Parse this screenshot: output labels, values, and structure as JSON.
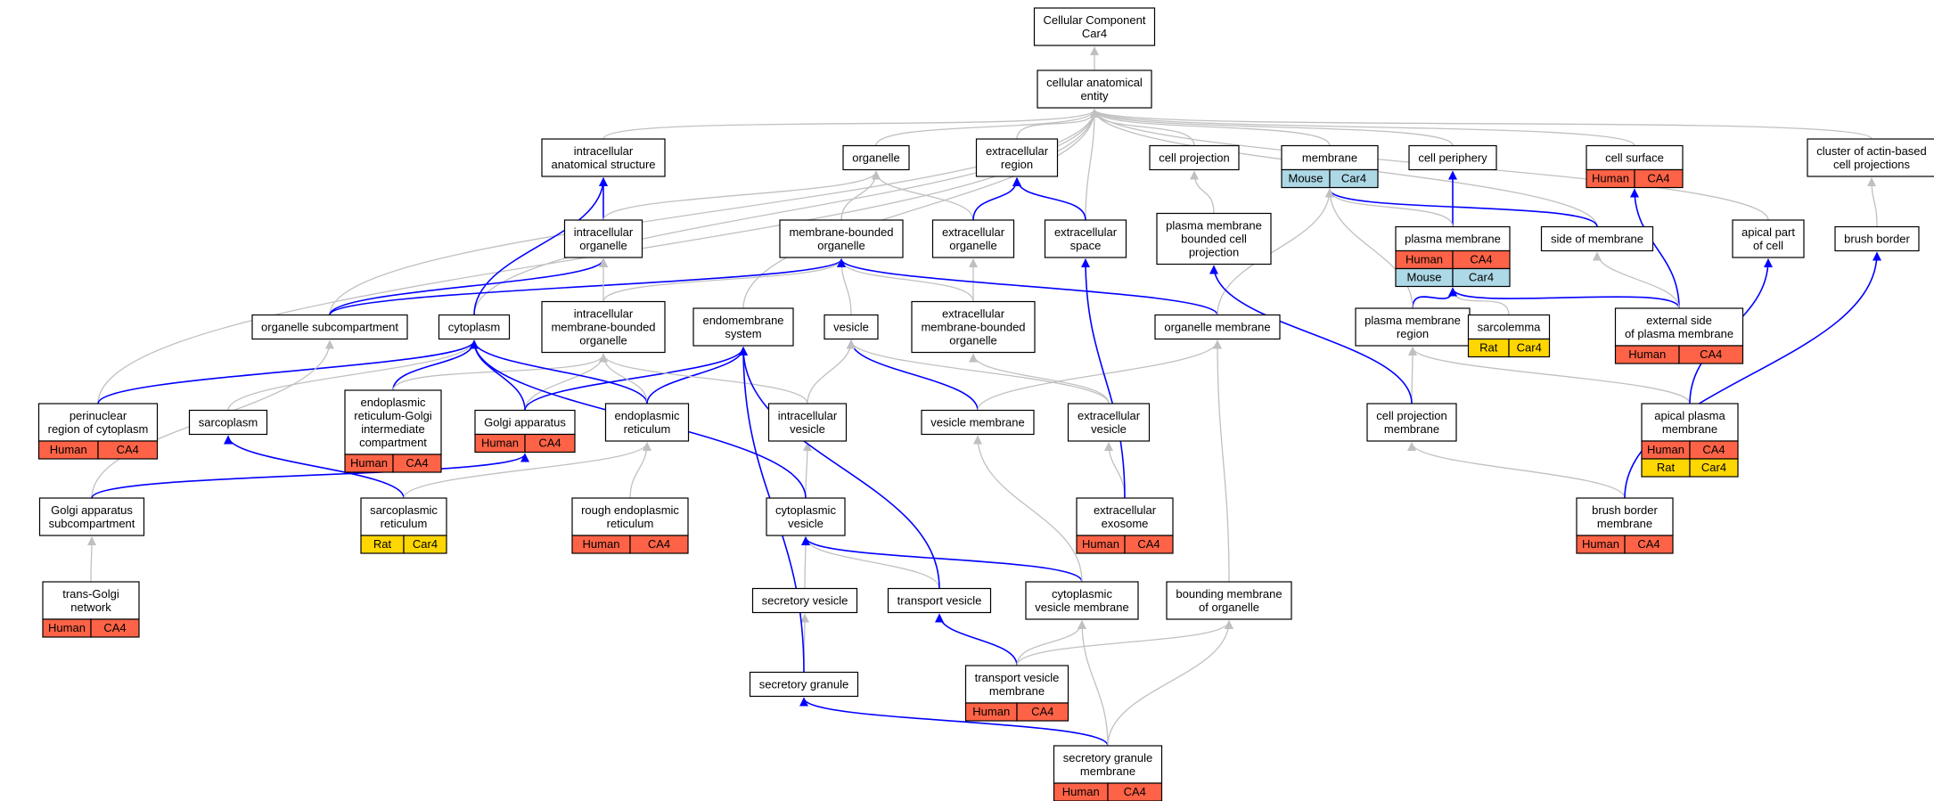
{
  "colors": {
    "gray_edge": "#c0c0c0",
    "blue_edge": "#0000ff",
    "human": "#ff6347",
    "rat": "#ffd700",
    "mouse": "#add8e6",
    "node_fill": "#ffffff",
    "node_stroke": "#000000"
  },
  "nodes": [
    {
      "id": "root",
      "lines": [
        "Cellular Component",
        "Car4"
      ]
    },
    {
      "id": "cae",
      "lines": [
        "cellular anatomical",
        "entity"
      ]
    },
    {
      "id": "ias",
      "lines": [
        "intracellular",
        "anatomical structure"
      ]
    },
    {
      "id": "organelle",
      "lines": [
        "organelle"
      ]
    },
    {
      "id": "ecr",
      "lines": [
        "extracellular",
        "region"
      ]
    },
    {
      "id": "cellproj",
      "lines": [
        "cell projection"
      ]
    },
    {
      "id": "membrane",
      "lines": [
        "membrane"
      ],
      "annot": [
        {
          "label": "Mouse",
          "species": "mouse"
        },
        {
          "label": "Car4",
          "species": "mouse"
        }
      ]
    },
    {
      "id": "cellperiph",
      "lines": [
        "cell periphery"
      ]
    },
    {
      "id": "cellsurf",
      "lines": [
        "cell surface"
      ],
      "annot": [
        {
          "label": "Human",
          "species": "human"
        },
        {
          "label": "CA4",
          "species": "human"
        }
      ]
    },
    {
      "id": "cluster",
      "lines": [
        "cluster of actin-based",
        "cell projections"
      ]
    },
    {
      "id": "intraorg",
      "lines": [
        "intracellular",
        "organelle"
      ]
    },
    {
      "id": "mbo",
      "lines": [
        "membrane-bounded",
        "organelle"
      ]
    },
    {
      "id": "ecorg",
      "lines": [
        "extracellular",
        "organelle"
      ]
    },
    {
      "id": "ecspace",
      "lines": [
        "extracellular",
        "space"
      ]
    },
    {
      "id": "pmbcp",
      "lines": [
        "plasma membrane",
        "bounded cell",
        "projection"
      ]
    },
    {
      "id": "pm",
      "lines": [
        "plasma membrane"
      ],
      "annot": [
        {
          "label": "Human",
          "species": "human"
        },
        {
          "label": "CA4",
          "species": "human"
        }
      ],
      "annot2": [
        {
          "label": "Mouse",
          "species": "mouse"
        },
        {
          "label": "Car4",
          "species": "mouse"
        }
      ]
    },
    {
      "id": "sidemem",
      "lines": [
        "side of membrane"
      ]
    },
    {
      "id": "apicalpart",
      "lines": [
        "apical part",
        "of cell"
      ]
    },
    {
      "id": "brushborder",
      "lines": [
        "brush border"
      ]
    },
    {
      "id": "orgsub",
      "lines": [
        "organelle subcompartment"
      ]
    },
    {
      "id": "cytoplasm",
      "lines": [
        "cytoplasm"
      ]
    },
    {
      "id": "imbo",
      "lines": [
        "intracellular",
        "membrane-bounded",
        "organelle"
      ]
    },
    {
      "id": "endosys",
      "lines": [
        "endomembrane",
        "system"
      ]
    },
    {
      "id": "vesicle",
      "lines": [
        "vesicle"
      ]
    },
    {
      "id": "embo",
      "lines": [
        "extracellular",
        "membrane-bounded",
        "organelle"
      ]
    },
    {
      "id": "orgmem",
      "lines": [
        "organelle membrane"
      ]
    },
    {
      "id": "pmr",
      "lines": [
        "plasma membrane",
        "region"
      ]
    },
    {
      "id": "sarcolemma",
      "lines": [
        "sarcolemma"
      ],
      "annot": [
        {
          "label": "Rat",
          "species": "rat"
        },
        {
          "label": "Car4",
          "species": "rat"
        }
      ]
    },
    {
      "id": "extside",
      "lines": [
        "external side",
        "of plasma membrane"
      ],
      "annot": [
        {
          "label": "Human",
          "species": "human"
        },
        {
          "label": "CA4",
          "species": "human"
        }
      ]
    },
    {
      "id": "perinuc",
      "lines": [
        "perinuclear",
        "region of cytoplasm"
      ],
      "annot": [
        {
          "label": "Human",
          "species": "human"
        },
        {
          "label": "CA4",
          "species": "human"
        }
      ]
    },
    {
      "id": "sarcoplasm",
      "lines": [
        "sarcoplasm"
      ]
    },
    {
      "id": "ergic",
      "lines": [
        "endoplasmic",
        "reticulum-Golgi",
        "intermediate",
        "compartment"
      ],
      "annot": [
        {
          "label": "Human",
          "species": "human"
        },
        {
          "label": "CA4",
          "species": "human"
        }
      ]
    },
    {
      "id": "golgi",
      "lines": [
        "Golgi apparatus"
      ],
      "annot": [
        {
          "label": "Human",
          "species": "human"
        },
        {
          "label": "CA4",
          "species": "human"
        }
      ]
    },
    {
      "id": "er",
      "lines": [
        "endoplasmic",
        "reticulum"
      ]
    },
    {
      "id": "intravesicle",
      "lines": [
        "intracellular",
        "vesicle"
      ]
    },
    {
      "id": "vesmem",
      "lines": [
        "vesicle membrane"
      ]
    },
    {
      "id": "ecvesicle",
      "lines": [
        "extracellular",
        "vesicle"
      ]
    },
    {
      "id": "cpmem",
      "lines": [
        "cell projection",
        "membrane"
      ]
    },
    {
      "id": "apicalpm",
      "lines": [
        "apical plasma",
        "membrane"
      ],
      "annot": [
        {
          "label": "Human",
          "species": "human"
        },
        {
          "label": "CA4",
          "species": "human"
        }
      ],
      "annot2": [
        {
          "label": "Rat",
          "species": "rat"
        },
        {
          "label": "Car4",
          "species": "rat"
        }
      ]
    },
    {
      "id": "golgisub",
      "lines": [
        "Golgi apparatus",
        "subcompartment"
      ]
    },
    {
      "id": "sr",
      "lines": [
        "sarcoplasmic",
        "reticulum"
      ],
      "annot": [
        {
          "label": "Rat",
          "species": "rat"
        },
        {
          "label": "Car4",
          "species": "rat"
        }
      ]
    },
    {
      "id": "rer",
      "lines": [
        "rough endoplasmic",
        "reticulum"
      ],
      "annot": [
        {
          "label": "Human",
          "species": "human"
        },
        {
          "label": "CA4",
          "species": "human"
        }
      ]
    },
    {
      "id": "cytovesicle",
      "lines": [
        "cytoplasmic",
        "vesicle"
      ]
    },
    {
      "id": "exosome",
      "lines": [
        "extracellular",
        "exosome"
      ],
      "annot": [
        {
          "label": "Human",
          "species": "human"
        },
        {
          "label": "CA4",
          "species": "human"
        }
      ]
    },
    {
      "id": "bbmem",
      "lines": [
        "brush border",
        "membrane"
      ],
      "annot": [
        {
          "label": "Human",
          "species": "human"
        },
        {
          "label": "CA4",
          "species": "human"
        }
      ]
    },
    {
      "id": "transgolgi",
      "lines": [
        "trans-Golgi",
        "network"
      ],
      "annot": [
        {
          "label": "Human",
          "species": "human"
        },
        {
          "label": "CA4",
          "species": "human"
        }
      ]
    },
    {
      "id": "secves",
      "lines": [
        "secretory vesicle"
      ]
    },
    {
      "id": "transves",
      "lines": [
        "transport vesicle"
      ]
    },
    {
      "id": "cytovesmem",
      "lines": [
        "cytoplasmic",
        "vesicle membrane"
      ]
    },
    {
      "id": "boundmem",
      "lines": [
        "bounding membrane",
        "of organelle"
      ]
    },
    {
      "id": "secgran",
      "lines": [
        "secretory granule"
      ]
    },
    {
      "id": "tvmem",
      "lines": [
        "transport vesicle",
        "membrane"
      ],
      "annot": [
        {
          "label": "Human",
          "species": "human"
        },
        {
          "label": "CA4",
          "species": "human"
        }
      ]
    },
    {
      "id": "sgmem",
      "lines": [
        "secretory granule",
        "membrane"
      ],
      "annot": [
        {
          "label": "Human",
          "species": "human"
        },
        {
          "label": "CA4",
          "species": "human"
        }
      ]
    }
  ],
  "edges": [
    {
      "from": "cae",
      "to": "root",
      "kind": "gray"
    },
    {
      "from": "ias",
      "to": "cae",
      "kind": "gray"
    },
    {
      "from": "organelle",
      "to": "cae",
      "kind": "gray"
    },
    {
      "from": "ecr",
      "to": "cae",
      "kind": "gray"
    },
    {
      "from": "cellproj",
      "to": "cae",
      "kind": "gray"
    },
    {
      "from": "membrane",
      "to": "cae",
      "kind": "gray"
    },
    {
      "from": "cellperiph",
      "to": "cae",
      "kind": "gray"
    },
    {
      "from": "cellsurf",
      "to": "cae",
      "kind": "gray"
    },
    {
      "from": "cluster",
      "to": "cae",
      "kind": "gray"
    },
    {
      "from": "ecspace",
      "to": "cae",
      "kind": "gray"
    },
    {
      "from": "sidemem",
      "to": "cae",
      "kind": "gray"
    },
    {
      "from": "apicalpart",
      "to": "cae",
      "kind": "gray"
    },
    {
      "from": "orgsub",
      "to": "cae",
      "kind": "gray"
    },
    {
      "from": "cytoplasm",
      "to": "cae",
      "kind": "gray"
    },
    {
      "from": "endosys",
      "to": "cae",
      "kind": "gray"
    },
    {
      "from": "perinuc",
      "to": "cae",
      "kind": "gray"
    },
    {
      "from": "intraorg",
      "to": "ias",
      "kind": "blue"
    },
    {
      "from": "intraorg",
      "to": "organelle",
      "kind": "gray"
    },
    {
      "from": "mbo",
      "to": "organelle",
      "kind": "gray"
    },
    {
      "from": "ecorg",
      "to": "organelle",
      "kind": "gray"
    },
    {
      "from": "ecorg",
      "to": "ecr",
      "kind": "blue"
    },
    {
      "from": "ecspace",
      "to": "ecr",
      "kind": "blue"
    },
    {
      "from": "pmbcp",
      "to": "cellproj",
      "kind": "gray"
    },
    {
      "from": "pm",
      "to": "cellperiph",
      "kind": "blue"
    },
    {
      "from": "pm",
      "to": "membrane",
      "kind": "gray"
    },
    {
      "from": "sidemem",
      "to": "membrane",
      "kind": "blue"
    },
    {
      "from": "extside",
      "to": "cellsurf",
      "kind": "blue"
    },
    {
      "from": "brushborder",
      "to": "cluster",
      "kind": "gray"
    },
    {
      "from": "orgsub",
      "to": "intraorg",
      "kind": "blue"
    },
    {
      "from": "orgsub",
      "to": "mbo",
      "kind": "blue"
    },
    {
      "from": "cytoplasm",
      "to": "ias",
      "kind": "blue"
    },
    {
      "from": "imbo",
      "to": "intraorg",
      "kind": "gray"
    },
    {
      "from": "imbo",
      "to": "mbo",
      "kind": "gray"
    },
    {
      "from": "vesicle",
      "to": "mbo",
      "kind": "gray"
    },
    {
      "from": "embo",
      "to": "mbo",
      "kind": "gray"
    },
    {
      "from": "embo",
      "to": "ecorg",
      "kind": "gray"
    },
    {
      "from": "orgmem",
      "to": "mbo",
      "kind": "blue"
    },
    {
      "from": "orgmem",
      "to": "membrane",
      "kind": "gray"
    },
    {
      "from": "pmr",
      "to": "pm",
      "kind": "blue"
    },
    {
      "from": "pmr",
      "to": "membrane",
      "kind": "gray"
    },
    {
      "from": "sarcolemma",
      "to": "pm",
      "kind": "gray"
    },
    {
      "from": "extside",
      "to": "pm",
      "kind": "blue"
    },
    {
      "from": "extside",
      "to": "sidemem",
      "kind": "gray"
    },
    {
      "from": "perinuc",
      "to": "cytoplasm",
      "kind": "blue"
    },
    {
      "from": "sarcoplasm",
      "to": "cytoplasm",
      "kind": "gray"
    },
    {
      "from": "ergic",
      "to": "cytoplasm",
      "kind": "blue"
    },
    {
      "from": "ergic",
      "to": "imbo",
      "kind": "gray"
    },
    {
      "from": "golgi",
      "to": "cytoplasm",
      "kind": "blue"
    },
    {
      "from": "golgi",
      "to": "imbo",
      "kind": "gray"
    },
    {
      "from": "golgi",
      "to": "endosys",
      "kind": "blue"
    },
    {
      "from": "er",
      "to": "cytoplasm",
      "kind": "blue"
    },
    {
      "from": "er",
      "to": "imbo",
      "kind": "gray"
    },
    {
      "from": "er",
      "to": "endosys",
      "kind": "blue"
    },
    {
      "from": "intravesicle",
      "to": "vesicle",
      "kind": "gray"
    },
    {
      "from": "intravesicle",
      "to": "imbo",
      "kind": "gray"
    },
    {
      "from": "vesmem",
      "to": "vesicle",
      "kind": "blue"
    },
    {
      "from": "vesmem",
      "to": "orgmem",
      "kind": "gray"
    },
    {
      "from": "ecvesicle",
      "to": "vesicle",
      "kind": "gray"
    },
    {
      "from": "ecvesicle",
      "to": "embo",
      "kind": "gray"
    },
    {
      "from": "cpmem",
      "to": "pmr",
      "kind": "gray"
    },
    {
      "from": "cpmem",
      "to": "pmbcp",
      "kind": "blue"
    },
    {
      "from": "apicalpm",
      "to": "pmr",
      "kind": "gray"
    },
    {
      "from": "apicalpm",
      "to": "apicalpart",
      "kind": "blue"
    },
    {
      "from": "golgisub",
      "to": "orgsub",
      "kind": "gray"
    },
    {
      "from": "golgisub",
      "to": "golgi",
      "kind": "blue"
    },
    {
      "from": "sr",
      "to": "sarcoplasm",
      "kind": "blue"
    },
    {
      "from": "sr",
      "to": "er",
      "kind": "gray"
    },
    {
      "from": "rer",
      "to": "er",
      "kind": "gray"
    },
    {
      "from": "cytovesicle",
      "to": "intravesicle",
      "kind": "gray"
    },
    {
      "from": "cytovesicle",
      "to": "cytoplasm",
      "kind": "blue"
    },
    {
      "from": "exosome",
      "to": "ecvesicle",
      "kind": "gray"
    },
    {
      "from": "exosome",
      "to": "ecspace",
      "kind": "blue"
    },
    {
      "from": "bbmem",
      "to": "cpmem",
      "kind": "gray"
    },
    {
      "from": "bbmem",
      "to": "brushborder",
      "kind": "blue"
    },
    {
      "from": "transgolgi",
      "to": "golgisub",
      "kind": "gray"
    },
    {
      "from": "secves",
      "to": "cytovesicle",
      "kind": "gray"
    },
    {
      "from": "transves",
      "to": "cytovesicle",
      "kind": "gray"
    },
    {
      "from": "transves",
      "to": "endosys",
      "kind": "blue"
    },
    {
      "from": "cytovesmem",
      "to": "cytovesicle",
      "kind": "blue"
    },
    {
      "from": "cytovesmem",
      "to": "vesmem",
      "kind": "gray"
    },
    {
      "from": "boundmem",
      "to": "orgmem",
      "kind": "gray"
    },
    {
      "from": "secgran",
      "to": "secves",
      "kind": "gray"
    },
    {
      "from": "secgran",
      "to": "endosys",
      "kind": "blue"
    },
    {
      "from": "tvmem",
      "to": "transves",
      "kind": "blue"
    },
    {
      "from": "tvmem",
      "to": "cytovesmem",
      "kind": "gray"
    },
    {
      "from": "tvmem",
      "to": "boundmem",
      "kind": "gray"
    },
    {
      "from": "sgmem",
      "to": "secgran",
      "kind": "blue"
    },
    {
      "from": "sgmem",
      "to": "cytovesmem",
      "kind": "gray"
    },
    {
      "from": "sgmem",
      "to": "boundmem",
      "kind": "gray"
    }
  ]
}
